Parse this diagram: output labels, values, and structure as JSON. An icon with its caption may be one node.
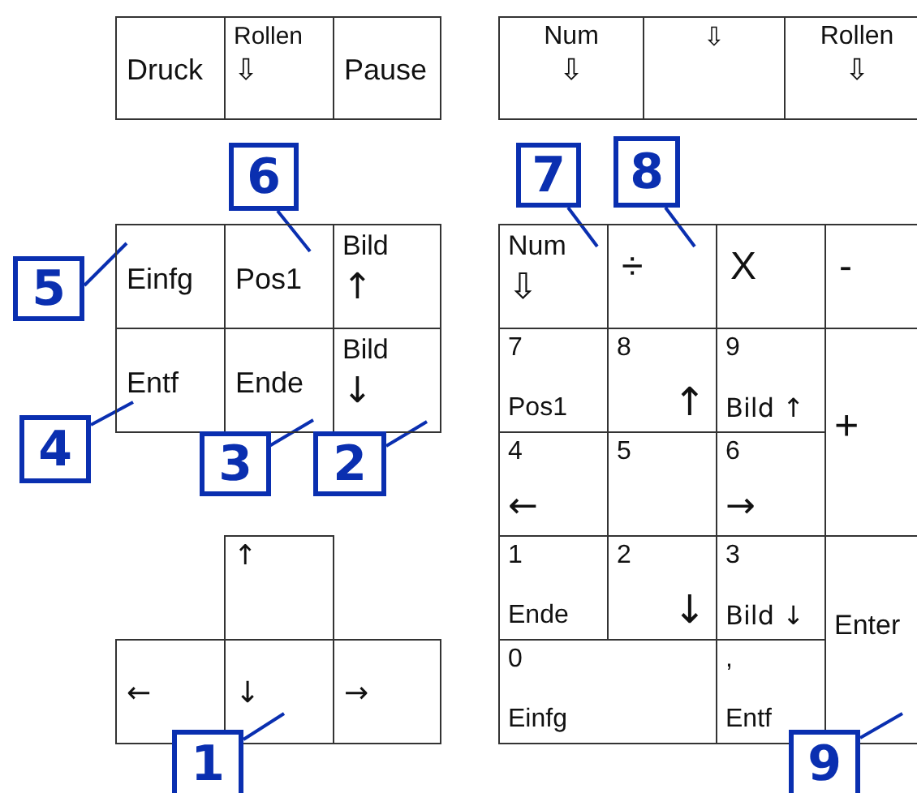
{
  "diagram": {
    "nodes": [
      {
        "text": [
          "Druck"
        ]
      },
      {
        "text": [
          "Rollen",
          "⇩"
        ]
      },
      {
        "text": [
          "Pause"
        ]
      },
      {
        "text": [
          "Num",
          "⇩"
        ]
      },
      {
        "text": [
          "⇩"
        ]
      },
      {
        "text": [
          "Rollen",
          "⇩"
        ]
      },
      {
        "text": [
          "6"
        ]
      },
      {
        "text": [
          "7"
        ]
      },
      {
        "text": [
          "8"
        ]
      },
      {
        "text": [
          "5"
        ]
      },
      {
        "text": [
          "Einfg"
        ]
      },
      {
        "text": [
          "Pos1"
        ]
      },
      {
        "text": [
          "Bild",
          "↑"
        ]
      },
      {
        "text": [
          "Num",
          "⇩"
        ]
      },
      {
        "text": [
          "÷"
        ]
      },
      {
        "text": [
          "X"
        ]
      },
      {
        "text": [
          "-"
        ]
      },
      {
        "text": [
          "Entf"
        ]
      },
      {
        "text": [
          "Ende"
        ]
      },
      {
        "text": [
          "Bild",
          "↓"
        ]
      },
      {
        "text": [
          "7",
          "Pos1"
        ]
      },
      {
        "text": [
          "8",
          "↑"
        ]
      },
      {
        "text": [
          "9",
          "Bild ↑"
        ]
      },
      {
        "text": [
          "+"
        ]
      },
      {
        "text": [
          "4"
        ]
      },
      {
        "text": [
          "3"
        ]
      },
      {
        "text": [
          "2"
        ]
      },
      {
        "text": [
          "4",
          "←"
        ]
      },
      {
        "text": [
          "5"
        ]
      },
      {
        "text": [
          "6",
          "→"
        ]
      },
      {
        "text": [
          "↑"
        ]
      },
      {
        "text": [
          "1",
          "Ende"
        ]
      },
      {
        "text": [
          "2",
          "↓"
        ]
      },
      {
        "text": [
          "3",
          "Bild ↓"
        ]
      },
      {
        "text": [
          "Enter"
        ]
      },
      {
        "text": [
          "←"
        ]
      },
      {
        "text": [
          "↓"
        ]
      },
      {
        "text": [
          "→"
        ]
      },
      {
        "text": [
          "0",
          "Einfg"
        ]
      },
      {
        "text": [
          ",",
          "Entf"
        ]
      },
      {
        "text": [
          "1"
        ]
      },
      {
        "text": [
          "9"
        ]
      }
    ],
    "edges": [
      {
        "from": 6,
        "to": 11,
        "arrow": "none"
      },
      {
        "from": 7,
        "to": 13,
        "arrow": "none"
      },
      {
        "from": 8,
        "to": 14,
        "arrow": "none"
      },
      {
        "from": 9,
        "to": 10,
        "arrow": "none"
      },
      {
        "from": 24,
        "to": 17,
        "arrow": "none"
      },
      {
        "from": 25,
        "to": 18,
        "arrow": "none"
      },
      {
        "from": 26,
        "to": 19,
        "arrow": "none"
      },
      {
        "from": 40,
        "to": 36,
        "arrow": "none"
      },
      {
        "from": 41,
        "to": 34,
        "arrow": "none"
      }
    ]
  }
}
